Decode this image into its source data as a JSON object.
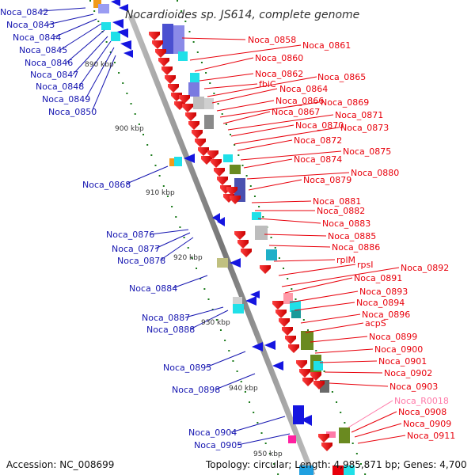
{
  "title": "Nocardioides sp. JS614, complete genome",
  "accession": "Accession: NC_008699",
  "topology": "Topology: circular; Length: 4,985,871 bp; Genes: 4,700",
  "colors": {
    "forward": "#e8000b",
    "reverse": "#1515b0",
    "rna": "#ff7aa8",
    "backbone": "#8a8a8a",
    "tick": "#1a7a1a"
  },
  "ticks": [
    "890 kbp",
    "900 kbp",
    "910 kbp",
    "920 kbp",
    "930 kbp",
    "940 kbp",
    "950 kbp"
  ],
  "left_labels": [
    "Noca_0842",
    "Noca_0843",
    "Noca_0844",
    "Noca_0845",
    "Noca_0846",
    "Noca_0847",
    "Noca_0848",
    "Noca_0849",
    "Noca_0850",
    "Noca_0868",
    "Noca_0876",
    "Noca_0877",
    "Noca_0878",
    "Noca_0884",
    "Noca_0887",
    "Noca_0888",
    "Noca_0895",
    "Noca_0898",
    "Noca_0904",
    "Noca_0905"
  ],
  "right_labels": [
    "Noca_0858",
    "Noca_0861",
    "Noca_0860",
    "Noca_0862",
    "fbiC",
    "Noca_0865",
    "Noca_0864",
    "Noca_0866",
    "Noca_0869",
    "Noca_0867",
    "Noca_0871",
    "Noca_0870",
    "Noca_0873",
    "Noca_0872",
    "Noca_0875",
    "Noca_0874",
    "Noca_0880",
    "Noca_0879",
    "Noca_0881",
    "Noca_0882",
    "Noca_0883",
    "Noca_0885",
    "Noca_0886",
    "rplM",
    "rpsI",
    "Noca_0892",
    "Noca_0891",
    "Noca_0893",
    "Noca_0894",
    "Noca_0896",
    "acpS",
    "Noca_0899",
    "Noca_0900",
    "Noca_0901",
    "Noca_0902",
    "Noca_0903",
    "Noca_R0018",
    "Noca_0908",
    "Noca_0909",
    "Noca_0911"
  ]
}
